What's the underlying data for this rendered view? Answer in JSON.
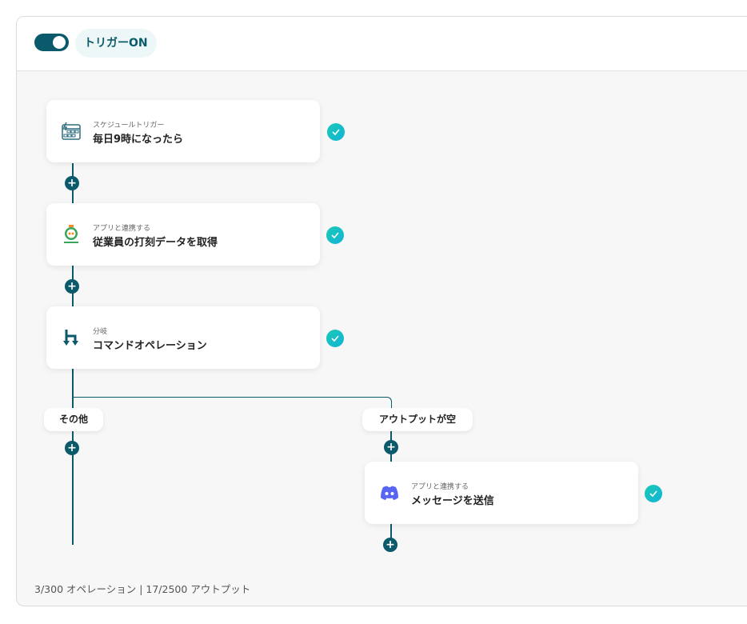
{
  "header": {
    "toggle_state": "on",
    "trigger_label": "トリガーON"
  },
  "steps": [
    {
      "subtitle": "スケジュールトリガー",
      "title": "毎日9時になったら",
      "icon": "calendar-icon"
    },
    {
      "subtitle": "アプリと連携する",
      "title": "従業員の打刻データを取得",
      "icon": "kingoftime-icon"
    },
    {
      "subtitle": "分岐",
      "title": "コマンドオペレーション",
      "icon": "branch-icon"
    },
    {
      "subtitle": "アプリと連携する",
      "title": "メッセージを送信",
      "icon": "discord-icon"
    }
  ],
  "branches": {
    "other": "その他",
    "empty_output": "アウトプットが空"
  },
  "footer": {
    "usage": "3/300 オペレーション | 17/2500 アウトプット"
  },
  "colors": {
    "accent": "#0b5a6b",
    "check": "#19c9b6",
    "discord": "#5865f2"
  }
}
